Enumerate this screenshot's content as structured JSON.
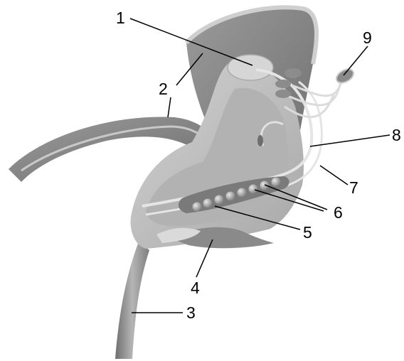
{
  "labels": {
    "l1": "1",
    "l2": "2",
    "l3": "3",
    "l4": "4",
    "l5": "5",
    "l6": "6",
    "l7": "7",
    "l8": "8",
    "l9": "9"
  },
  "colors": {
    "outer_tissue": "#8f8f8f",
    "inner_surface": "#bdbdbd",
    "cavity_dark": "#7a7a7a",
    "light_highlight": "#d9d9d9",
    "tube_stroke": "#e6e6e6",
    "egg_fill": "#a5a5a5"
  }
}
